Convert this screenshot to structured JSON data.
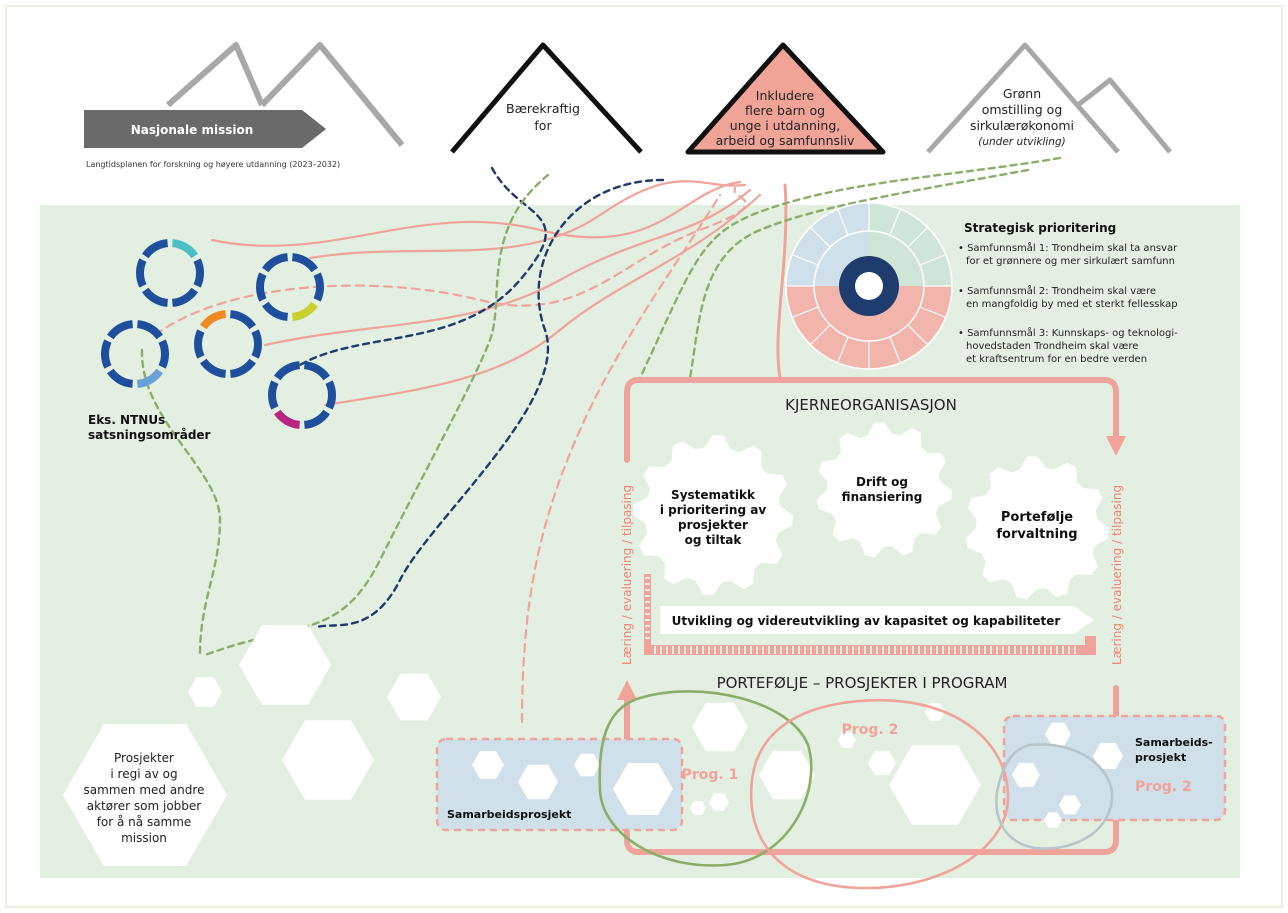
{
  "missions": {
    "national": {
      "label": "Nasjonale mission",
      "subtitle": "Langtidsplanen for forskning og høyere utdanning (2023–2032)"
    },
    "sustainable": {
      "line1": "Bærekraftig",
      "line2": "for"
    },
    "include": {
      "line1": "Inkludere",
      "line2": "flere barn og",
      "line3": "unge i utdanning,",
      "line4": "arbeid og samfunnsliv"
    },
    "green": {
      "line1": "Grønn",
      "line2": "omstilling og",
      "line3": "sirkulærøkonomi",
      "line4": "(under utvikling)"
    }
  },
  "ntnu": {
    "line1": "Eks. NTNUs",
    "line2": "satsningsområder"
  },
  "strategy": {
    "title": "Strategisk prioritering",
    "goal1": {
      "line1": "• Samfunnsmål 1: Trondheim skal ta ansvar",
      "line2": "for et grønnere og mer sirkulært samfunn"
    },
    "goal2": {
      "line1": "• Samfunnsmål 2: Trondheim skal være",
      "line2": "en mangfoldig by med et sterkt fellesskap"
    },
    "goal3": {
      "line1": "• Samfunnsmål 3: Kunnskaps- og teknologi-",
      "line2": "hovedstaden Trondheim skal være",
      "line3": "et kraftsentrum for en bedre verden"
    }
  },
  "core": {
    "title": "KJERNEORGANISASJON",
    "gear1": {
      "line1": "Systematikk",
      "line2": "i prioritering av",
      "line3": "prosjekter",
      "line4": "og tiltak"
    },
    "gear2": {
      "line1": "Drift og",
      "line2": "finansiering"
    },
    "gear3": {
      "line1": "Portefølje",
      "line2": "forvaltning"
    },
    "development": "Utvikling og videreutvikling av kapasitet og kapabiliteter",
    "learning": "Læring / evaluering / tilpasing"
  },
  "portfolio": {
    "title": "PORTEFØLJE – PROSJEKTER I PROGRAM",
    "prog1": "Prog. 1",
    "prog2": "Prog. 2",
    "coop_left": "Samarbeidsprosjekt",
    "coop_right": {
      "line1": "Samarbeids-",
      "line2": "prosjekt",
      "line3": "Prog. 2"
    }
  },
  "others": {
    "line1": "Prosjekter",
    "line2": "i regi av og",
    "line3": "sammen med andre",
    "line4": "aktører som jobber",
    "line5": "for å nå samme",
    "line6": "mission"
  },
  "colors": {
    "background": "#e3f0e1",
    "salmon": "#f0a39a",
    "navy": "#1d3a6b",
    "olive": "#8aae6a",
    "ring_blue": "#1f4f9c",
    "highlight_red": "#f0a497",
    "grey_mountain": "#a8a8a8"
  }
}
